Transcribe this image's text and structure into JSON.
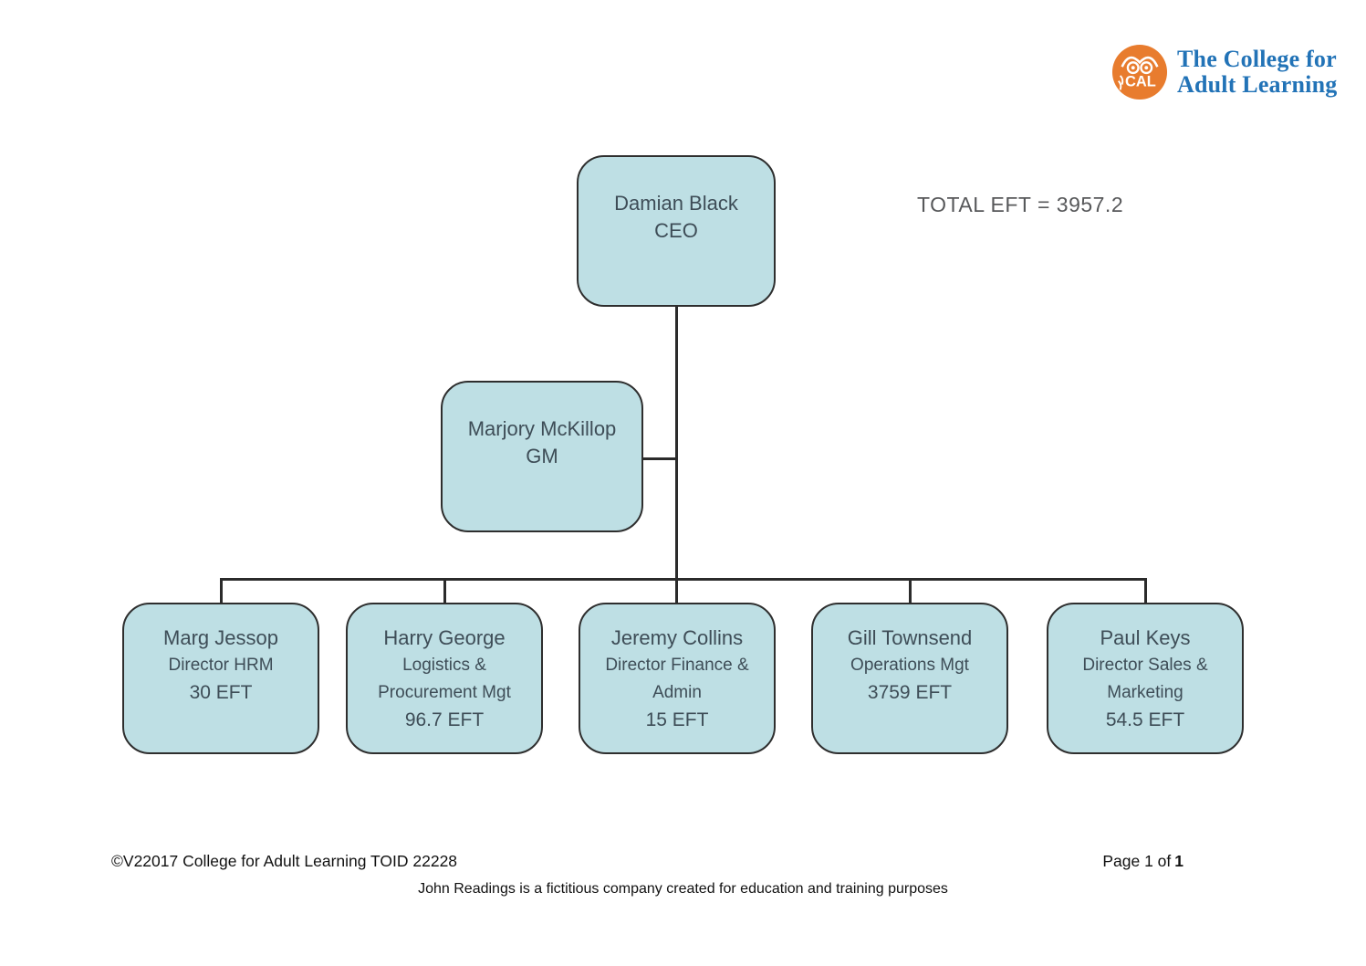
{
  "logo": {
    "badge_text": "CAL",
    "title_line1": "The College for",
    "title_line2": "Adult Learning"
  },
  "summary": {
    "total_eft_label": "TOTAL EFT = 3957.2"
  },
  "org": {
    "ceo": {
      "name": "Damian Black",
      "role": "CEO"
    },
    "gm": {
      "name": "Marjory McKillop",
      "role": "GM"
    },
    "reports": [
      {
        "name": "Marg Jessop",
        "role_lines": [
          "Director HRM"
        ],
        "eft": "30 EFT"
      },
      {
        "name": "Harry George",
        "role_lines": [
          "Logistics &",
          "Procurement Mgt"
        ],
        "eft": "96.7 EFT"
      },
      {
        "name": "Jeremy Collins",
        "role_lines": [
          "Director Finance &",
          "Admin"
        ],
        "eft": "15 EFT"
      },
      {
        "name": "Gill Townsend",
        "role_lines": [
          "Operations Mgt"
        ],
        "eft": "3759 EFT"
      },
      {
        "name": "Paul Keys",
        "role_lines": [
          "Director Sales &",
          "Marketing"
        ],
        "eft": "54.5 EFT"
      }
    ]
  },
  "footer": {
    "copyright": "©V22017 College for Adult Learning TOID 22228",
    "page_label": "Page 1 of",
    "page_total": "1",
    "disclaimer": "John Readings is a fictitious company created for education and training purposes"
  },
  "colors": {
    "box_fill": "#bedfe4",
    "box_border": "#2e2e2e",
    "box_text": "#3e4d57",
    "connector": "#2b2b2b",
    "logo_orange": "#e87c2e",
    "logo_blue": "#2273b7",
    "muted_text": "#57585a"
  }
}
